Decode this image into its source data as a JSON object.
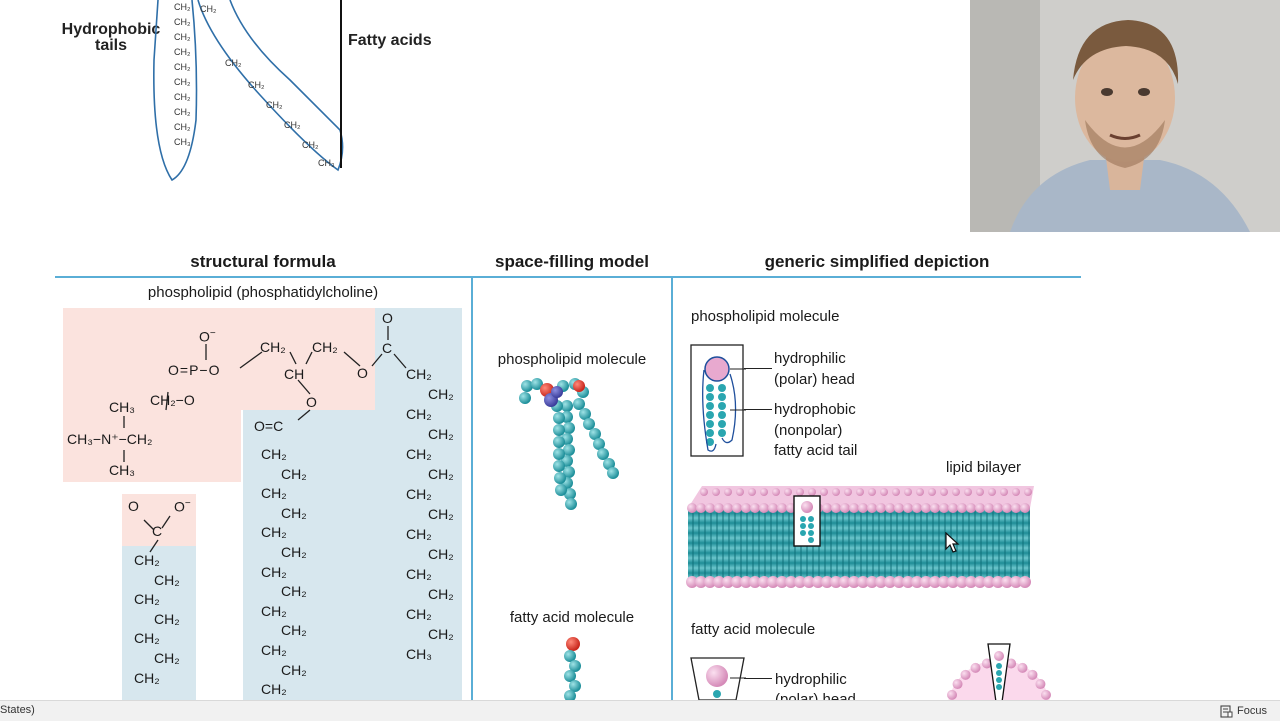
{
  "top_figure": {
    "left_label": "Hydrophobic\ntails",
    "right_label": "Fatty acids",
    "chain_unit": "CH₂",
    "chain_end": "CH₃"
  },
  "columns": {
    "structural": "structural formula",
    "space": "space-filling model",
    "generic": "generic simplified depiction"
  },
  "structural": {
    "title": "phospholipid (phosphatidylcholine)",
    "phosphate_oxygen": "O",
    "phosphate_charge": "−",
    "phosphate_row": "O=P−O",
    "ch3_top": "CH₃",
    "choline": "CH₃−N⁺−CH₂",
    "ch3_bottom": "CH₃",
    "ch2_o": "CH₂−O",
    "glycerol_ch2a": "CH₂",
    "glycerol_ch": "CH",
    "glycerol_ch2b": "CH₂",
    "ester_o1": "O",
    "ester_o2": "O",
    "carbonyl_o": "O",
    "carbonyl_c": "C",
    "oc": "O=C",
    "carboxyl_o1": "O",
    "carboxyl_o2": "O",
    "carboxyl_charge": "−",
    "carboxyl_c": "C",
    "chain_unit": "CH₂",
    "chain_end": "CH₃",
    "chain_end_cut": "CH"
  },
  "space_filling": {
    "phospholipid": "phospholipid molecule",
    "fatty_acid": "fatty acid molecule"
  },
  "generic": {
    "phospholipid": "phospholipid molecule",
    "hydrophilic": "hydrophilic\n(polar) head",
    "hydrophobic": "hydrophobic\n(nonpolar)\nfatty acid tail",
    "lipid_bilayer": "lipid bilayer",
    "fatty_acid": "fatty acid molecule",
    "hydrophilic_fa": "hydrophilic\n(polar) head"
  },
  "statusbar": {
    "left_text": "States)",
    "focus_label": "Focus",
    "focus_icon": "focus-icon"
  },
  "colors": {
    "divider": "#5aaed6",
    "pink_region": "#fbe3de",
    "blue_region": "#d7e7ee",
    "teal_atom": "#2aa6b0",
    "pink_head": "#e8a9cf"
  }
}
